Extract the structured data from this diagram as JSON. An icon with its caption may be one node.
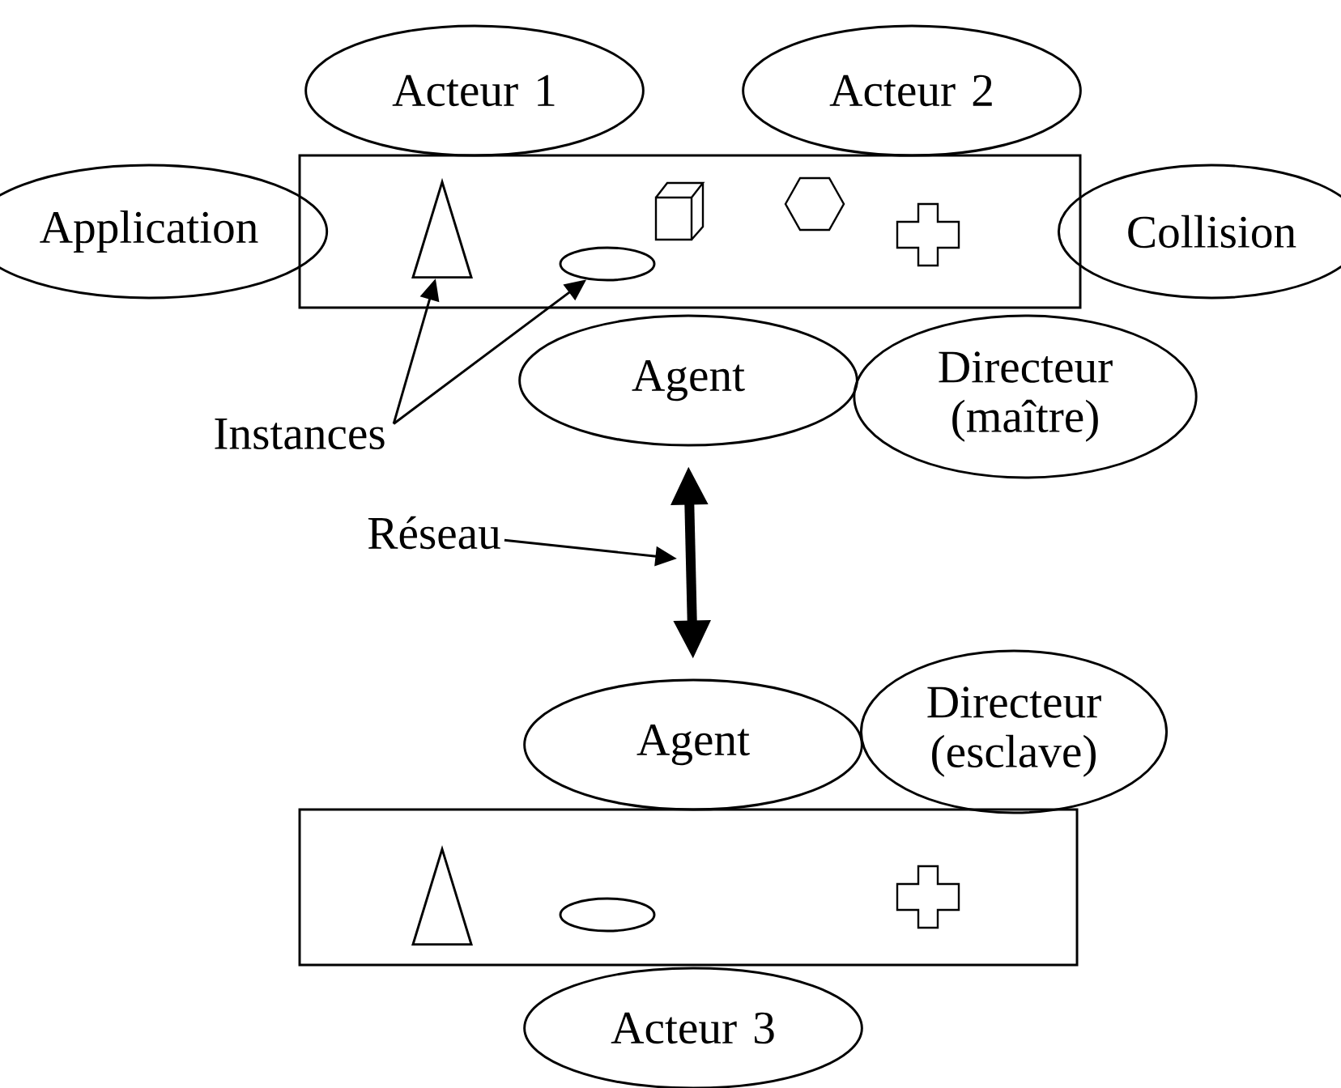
{
  "diagram": {
    "nodes": [
      {
        "text": [
          "Acteur 1"
        ]
      },
      {
        "text": [
          "Acteur 2"
        ]
      },
      {
        "text": [
          "Application"
        ]
      },
      {
        "text": [],
        "shape": "box"
      },
      {
        "text": [],
        "shape": "triangle",
        "in": 3
      },
      {
        "text": [],
        "shape": "ellipse",
        "in": 3
      },
      {
        "text": [
          "Collision"
        ]
      },
      {
        "text": [
          "Instances"
        ]
      },
      {
        "text": [
          "Agent"
        ]
      },
      {
        "text": [
          "Directeur (maître)"
        ]
      },
      {
        "text": [
          "Réseau"
        ]
      },
      {
        "text": [
          "Agent"
        ]
      },
      {
        "text": [
          "Directeur (esclave)"
        ]
      },
      {
        "text": [],
        "shape": "box"
      },
      {
        "text": [],
        "shape": "triangle",
        "in": 13
      },
      {
        "text": [],
        "shape": "ellipse",
        "in": 13
      },
      {
        "text": [
          "Acteur 3"
        ]
      }
    ],
    "edges": [
      {
        "from": 7,
        "to": 4,
        "arrow": "to"
      },
      {
        "from": 7,
        "to": 5,
        "arrow": "to"
      },
      {
        "from": 8,
        "to": 11,
        "arrow": "both",
        "style": "thick"
      },
      {
        "from": 10,
        "to": null,
        "arrow": "to"
      }
    ]
  }
}
